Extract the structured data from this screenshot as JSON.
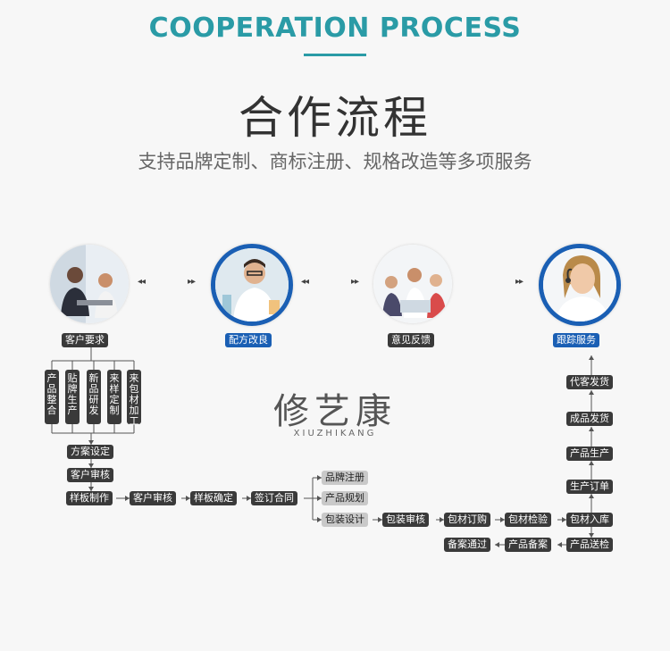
{
  "header": {
    "title_en": "COOPERATION PROCESS",
    "title_cn": "合作流程",
    "subtitle": "支持品牌定制、商标注册、规格改造等多项服务"
  },
  "brand": {
    "logo_cn": "修艺康",
    "logo_en": "XIUZHIKANG"
  },
  "stages": [
    {
      "label": "客户要求",
      "style": "dark",
      "photo_icon": "meeting-photo-icon"
    },
    {
      "label": "配方改良",
      "style": "blue",
      "photo_icon": "lab-researcher-photo-icon"
    },
    {
      "label": "意见反馈",
      "style": "dark",
      "photo_icon": "team-discussion-photo-icon"
    },
    {
      "label": "跟踪服务",
      "style": "blue",
      "photo_icon": "support-agent-photo-icon"
    }
  ],
  "stage_arrows": [
    "◂◂",
    "▸▸",
    "◂◂",
    "▸▸",
    "▸▸"
  ],
  "options": [
    "产品整合",
    "贴牌生产",
    "新品研发",
    "来样定制",
    "来包材加工"
  ],
  "flow": {
    "plan": "方案设定",
    "review1": "客户审核",
    "sample": "样板制作",
    "review2": "客户审核",
    "confirm": "样板确定",
    "contract": "签订合同",
    "brand_reg": "品牌注册",
    "product_plan": "产品规划",
    "pack_design": "包装设计",
    "pack_review": "包装审核",
    "mat_order": "包材订购",
    "mat_check": "包材检验",
    "mat_in": "包材入库",
    "prod_order": "生产订单",
    "production": "产品生产",
    "finished": "成品发货",
    "proxy_ship": "代客发货",
    "send_check": "产品送检",
    "record": "产品备案",
    "record_pass": "备案通过"
  }
}
